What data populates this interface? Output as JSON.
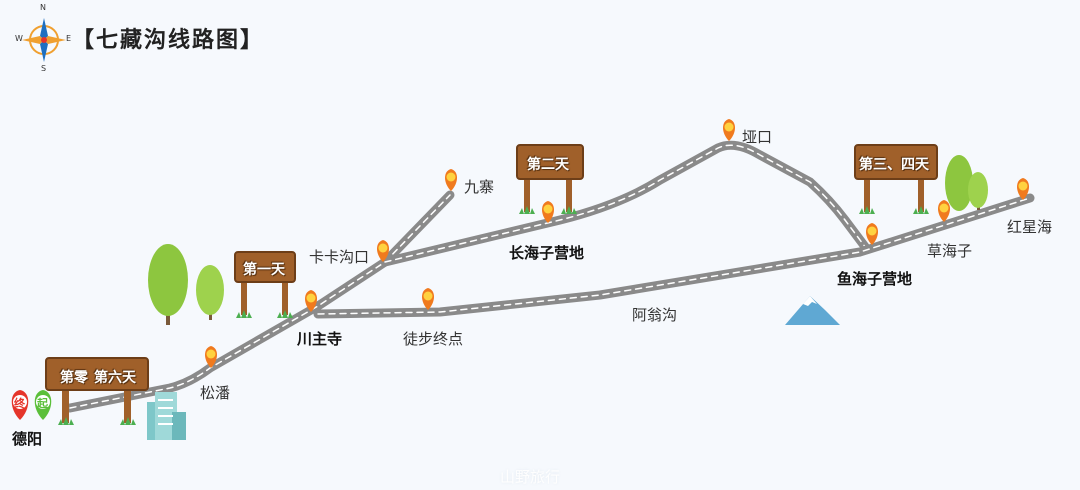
{
  "title": "【七藏沟线路图】",
  "compass": {
    "n": "N",
    "e": "E",
    "s": "S",
    "w": "W"
  },
  "places": {
    "deyang": "德阳",
    "songpan": "松潘",
    "chuanzhusi": "川主寺",
    "kakagoukou": "卡卡沟口",
    "jiuzhai": "九寨",
    "tubuzhongdian": "徒步终点",
    "changhaizi": "长海子营地",
    "yakou": "垭口",
    "awenggou": "阿翁沟",
    "yuhaizi": "鱼海子营地",
    "caohaizi": "草海子",
    "hongxinghai": "红星海"
  },
  "signs": {
    "day0": "第零",
    "day6": "第六天",
    "day1": "第一天",
    "day2": "第二天",
    "day34": "第三、四天"
  },
  "pins": {
    "end": "终",
    "start": "起"
  },
  "watermark": "山野旅行",
  "colors": {
    "road": "#8a8a8a",
    "road_dash": "#ffffff",
    "pin_orange": "#f07a1e",
    "pin_yellow": "#ffd23f",
    "wood": "#a0602a",
    "tree": "#8dc63f",
    "mountain": "#5fa8d3"
  }
}
